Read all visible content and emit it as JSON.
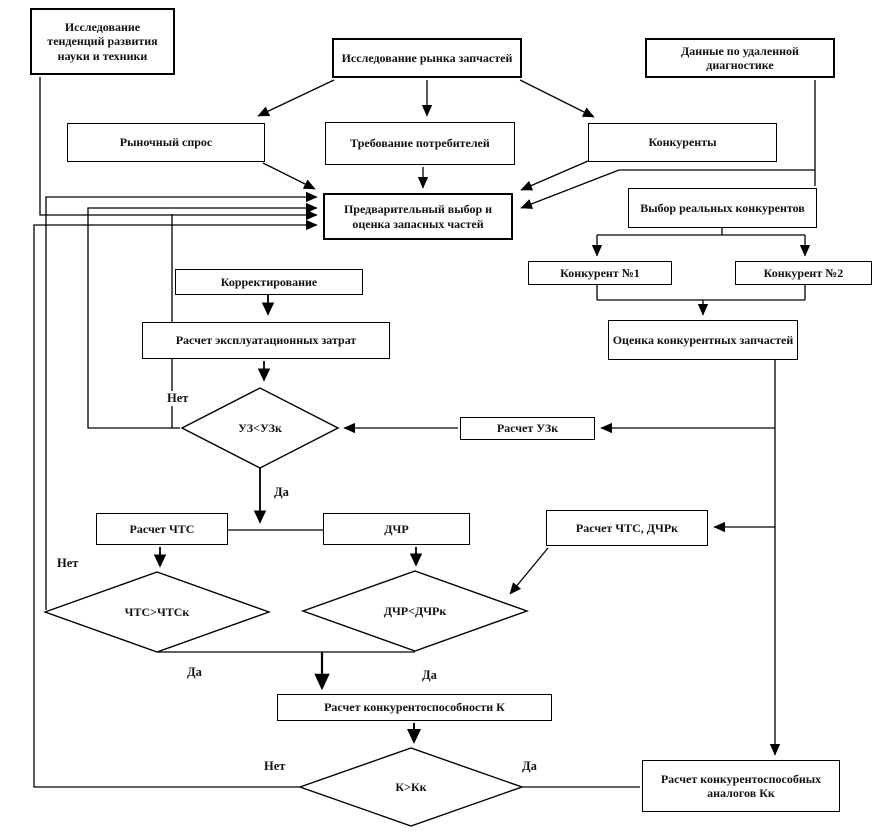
{
  "diagram": {
    "nodes": {
      "research_trends": "Исследование тенденций развития науки и техники",
      "market_research": "Исследование рынка запчастей",
      "remote_data": "Данные по удаленной диагностике",
      "market_demand": "Рыночный спрос",
      "consumer_req": "Требование потребителей",
      "competitors": "Конкуренты",
      "preliminary": "Предварительный выбор и оценка запасных частей",
      "real_competitors": "Выбор реальных конкурентов",
      "competitor1": "Конкурент №1",
      "competitor2": "Конкурент №2",
      "corrective": "Корректирование",
      "op_costs": "Расчет эксплуатационных затрат",
      "competitive_eval": "Оценка конкурентных запчастей",
      "uzk_calc": "Расчет УЗк",
      "chts_calc": "Расчет ЧТС",
      "dchr": "ДЧР",
      "chts_dchrk_calc": "Расчет ЧТС, ДЧРк",
      "k_calc": "Расчет конкурентоспособности К",
      "analogs_calc": "Расчет конкурентоспособных аналогов Кк"
    },
    "decisions": {
      "uz": "УЗ<УЗк",
      "chts": "ЧТС>ЧТСк",
      "dchr": "ДЧР<ДЧРк",
      "k": "К>Кк"
    },
    "edge_labels": {
      "yes": "Да",
      "no": "Нет"
    },
    "colors": {
      "line": "#000000",
      "background": "#ffffff"
    }
  }
}
